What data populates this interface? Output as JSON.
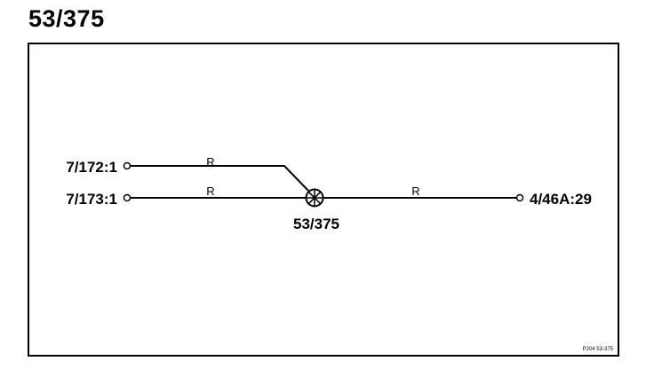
{
  "title": "53/375",
  "diagram": {
    "connections": [
      {
        "label": "7/172:1",
        "line_label": "R"
      },
      {
        "label": "7/173:1",
        "line_label": "R"
      },
      {
        "label": "4/46A:29",
        "line_label": "R"
      }
    ],
    "junction": {
      "label": "53/375",
      "symbol": "junction-symbol-icon"
    },
    "footer_ref": "P204  53-375"
  },
  "colors": {
    "line": "#000000",
    "background": "#ffffff"
  }
}
